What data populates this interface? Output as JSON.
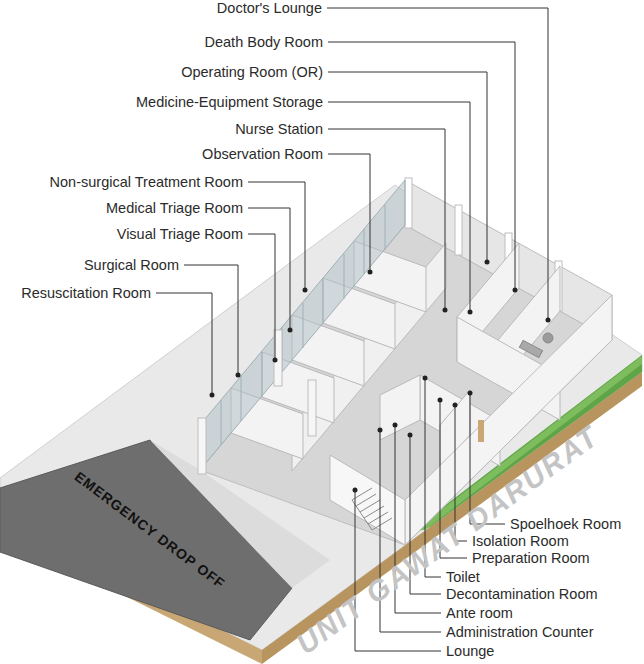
{
  "diagram": {
    "labels": [
      "Doctor's Lounge",
      "Death Body Room",
      "Operating Room (OR)",
      "Medicine-Equipment Storage",
      "Nurse Station",
      "Observation Room",
      "Non-surgical Treatment Room",
      "Medical Triage Room",
      "Visual Triage Room",
      "Surgical Room",
      "Resuscitation Room",
      "EMERGENCY DROP OFF",
      "Spoelhoek Room",
      "Isolation Room",
      "Preparation Room",
      "Toilet",
      "Decontamination Room",
      "Ante room",
      "Administration Counter",
      "Lounge",
      "UNIT GAWAT DARURAT"
    ]
  }
}
